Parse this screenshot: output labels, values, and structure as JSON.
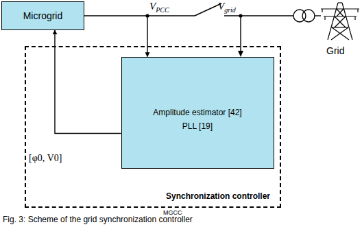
{
  "diagram": {
    "caption": "Fig. 3: Scheme of the grid synchronization controller",
    "nodes": [
      {
        "text": [
          "Microgrid"
        ]
      },
      {
        "text": [
          "Synchronization controller"
        ]
      },
      {
        "text": [
          "Amplitude estimator [42]",
          "PLL [19]"
        ],
        "in": 1
      }
    ],
    "edges": [
      {
        "from": 0,
        "to": 2,
        "arrow": "to"
      },
      {
        "from": 2,
        "to": 0,
        "arrow": "to",
        "label": "[φ0, V0]"
      }
    ],
    "labels": [
      "VPCC",
      "Vgrid",
      "Grid",
      "MGCC"
    ]
  }
}
